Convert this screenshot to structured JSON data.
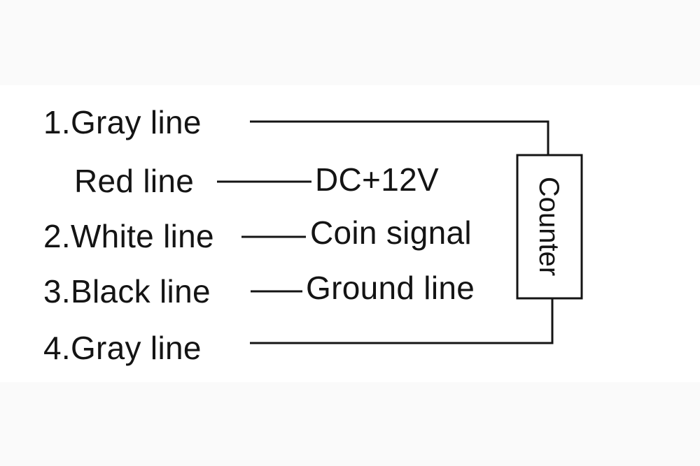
{
  "diagram": {
    "wires": {
      "gray_line_1": "1.Gray line",
      "red_line": "Red line",
      "white_line": "2.White line",
      "black_line": "3.Black line",
      "gray_line_4": "4.Gray line"
    },
    "signals": {
      "red": "DC+12V",
      "white": "Coin signal",
      "black": "Ground line"
    },
    "counter_label": "Counter",
    "line_color": "#141414"
  }
}
